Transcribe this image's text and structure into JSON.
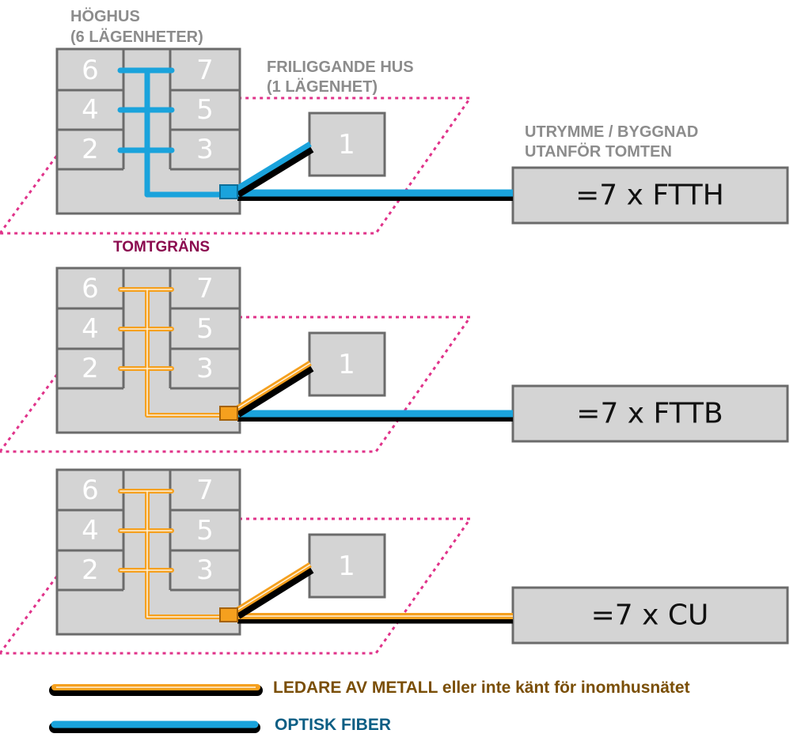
{
  "labels": {
    "hoghus_line1": "HÖGHUS",
    "hoghus_line2": "(6 LÄGENHETER)",
    "friliggande_line1": "FRILIGGANDE HUS",
    "friliggande_line2": "(1 LÄGENHET)",
    "utrymme_line1": "UTRYMME / BYGGNAD",
    "utrymme_line2": "UTANFÖR TOMTEN",
    "tomtgrans": "TOMTGRÄNS"
  },
  "apartments": [
    "6",
    "7",
    "4",
    "5",
    "2",
    "3"
  ],
  "house_number": "1",
  "scenarios": [
    {
      "result": "=7 x FTTH",
      "inhouse": "fiber",
      "feeder": "fiber"
    },
    {
      "result": "=7 x FTTB",
      "inhouse": "metal",
      "feeder": "fiber"
    },
    {
      "result": "=7 x CU",
      "inhouse": "metal",
      "feeder": "metal"
    }
  ],
  "legend": {
    "metal": "LEDARE AV METALL eller inte känt för inomhusnätet",
    "fiber": "OPTISK FIBER"
  },
  "colors": {
    "fiber": "#1aa3dc",
    "metal": "#f5a01e",
    "property_boundary": "#e0338a",
    "building": "#d4d4d4"
  }
}
